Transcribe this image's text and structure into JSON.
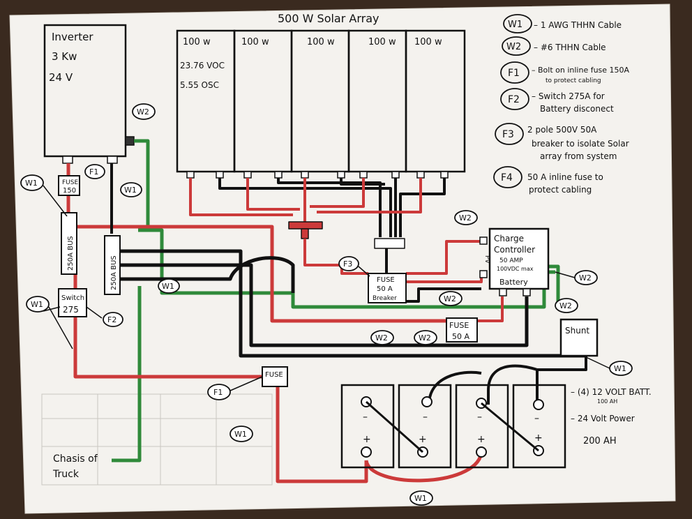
{
  "title": "500 W Solar Array",
  "inverter": {
    "label": "Inverter",
    "power": "3 Kw",
    "voltage": "24 V"
  },
  "panels": [
    {
      "label": "100 w",
      "voc": "23.76 VOC",
      "isc": "5.55 OSC"
    },
    {
      "label": "100 w"
    },
    {
      "label": "100 w"
    },
    {
      "label": "100 w"
    },
    {
      "label": "100 w"
    }
  ],
  "components": {
    "fuse150": [
      "FUSE",
      "150"
    ],
    "bus_left": "250A BUS",
    "bus_right": "250A BUS",
    "switch": [
      "Switch",
      "275"
    ],
    "breaker": [
      "FUSE",
      "50 A",
      "Breaker"
    ],
    "charge_controller": [
      "Charge",
      "Controller",
      "50 AMP",
      "100VDC max"
    ],
    "pv_label": "PV",
    "battery_label": "Battery",
    "fuse50": [
      "FUSE",
      "50 A"
    ],
    "shunt": "Shunt",
    "fuse_chassis": "FUSE",
    "chassis": [
      "Chasis of",
      "Truck"
    ]
  },
  "callouts": {
    "w1": "W1",
    "w2": "W2",
    "f1": "F1",
    "f2": "F2",
    "f3": "F3"
  },
  "legend": [
    {
      "tag": "W1",
      "text": "– 1 AWG THHN Cable"
    },
    {
      "tag": "W2",
      "text": "– #6  THHN Cable"
    },
    {
      "tag": "F1",
      "text": "– Bolt on inline fuse 150A",
      "sub": "to protect cabling"
    },
    {
      "tag": "F2",
      "text": "– Switch 275A for",
      "sub": "Battery disconect"
    },
    {
      "tag": "F3",
      "text": "2 pole 500V 50A",
      "sub": "breaker to isolate Solar",
      "sub2": "array from system"
    },
    {
      "tag": "F4",
      "text": "50 A inline fuse to",
      "sub": "protect cabling"
    }
  ],
  "battery_notes": {
    "count": "– (4) 12 VOLT BATT.",
    "ah": "100 AH",
    "system": "– 24 Volt Power",
    "capacity": "200 AH"
  },
  "battery_terminals": {
    "neg": "–",
    "pos": "+"
  }
}
